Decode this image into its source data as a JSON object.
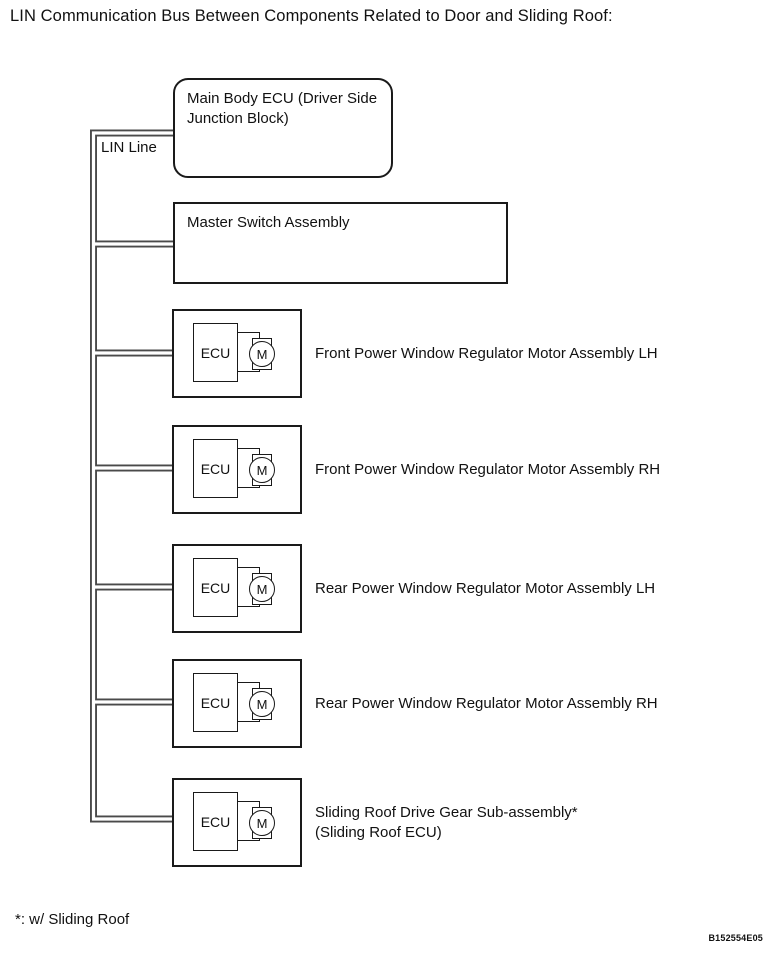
{
  "title": "LIN Communication Bus Between Components Related to Door and Sliding Roof:",
  "bus": {
    "label": "LIN Line"
  },
  "nodes": {
    "main_body_ecu": {
      "label": "Main Body ECU (Driver Side Junction Block)"
    },
    "master_switch": {
      "label": "Master Switch Assembly"
    }
  },
  "motor_units": [
    {
      "ecu": "ECU",
      "motor": "M",
      "label": "Front Power Window Regulator Motor Assembly LH"
    },
    {
      "ecu": "ECU",
      "motor": "M",
      "label": "Front Power Window Regulator Motor Assembly RH"
    },
    {
      "ecu": "ECU",
      "motor": "M",
      "label": "Rear Power Window Regulator Motor Assembly LH"
    },
    {
      "ecu": "ECU",
      "motor": "M",
      "label": "Rear Power Window Regulator Motor Assembly RH"
    },
    {
      "ecu": "ECU",
      "motor": "M",
      "label": "Sliding Roof Drive Gear Sub-assembly*",
      "label_line2": "(Sliding Roof ECU)"
    }
  ],
  "footnote": "*: w/ Sliding Roof",
  "figure_code": "B152554E05",
  "colors": {
    "wire": "#4a4a4a",
    "wire_core": "#ffffff",
    "box_border": "#1a1a1a",
    "background": "#ffffff",
    "text": "#111111"
  }
}
